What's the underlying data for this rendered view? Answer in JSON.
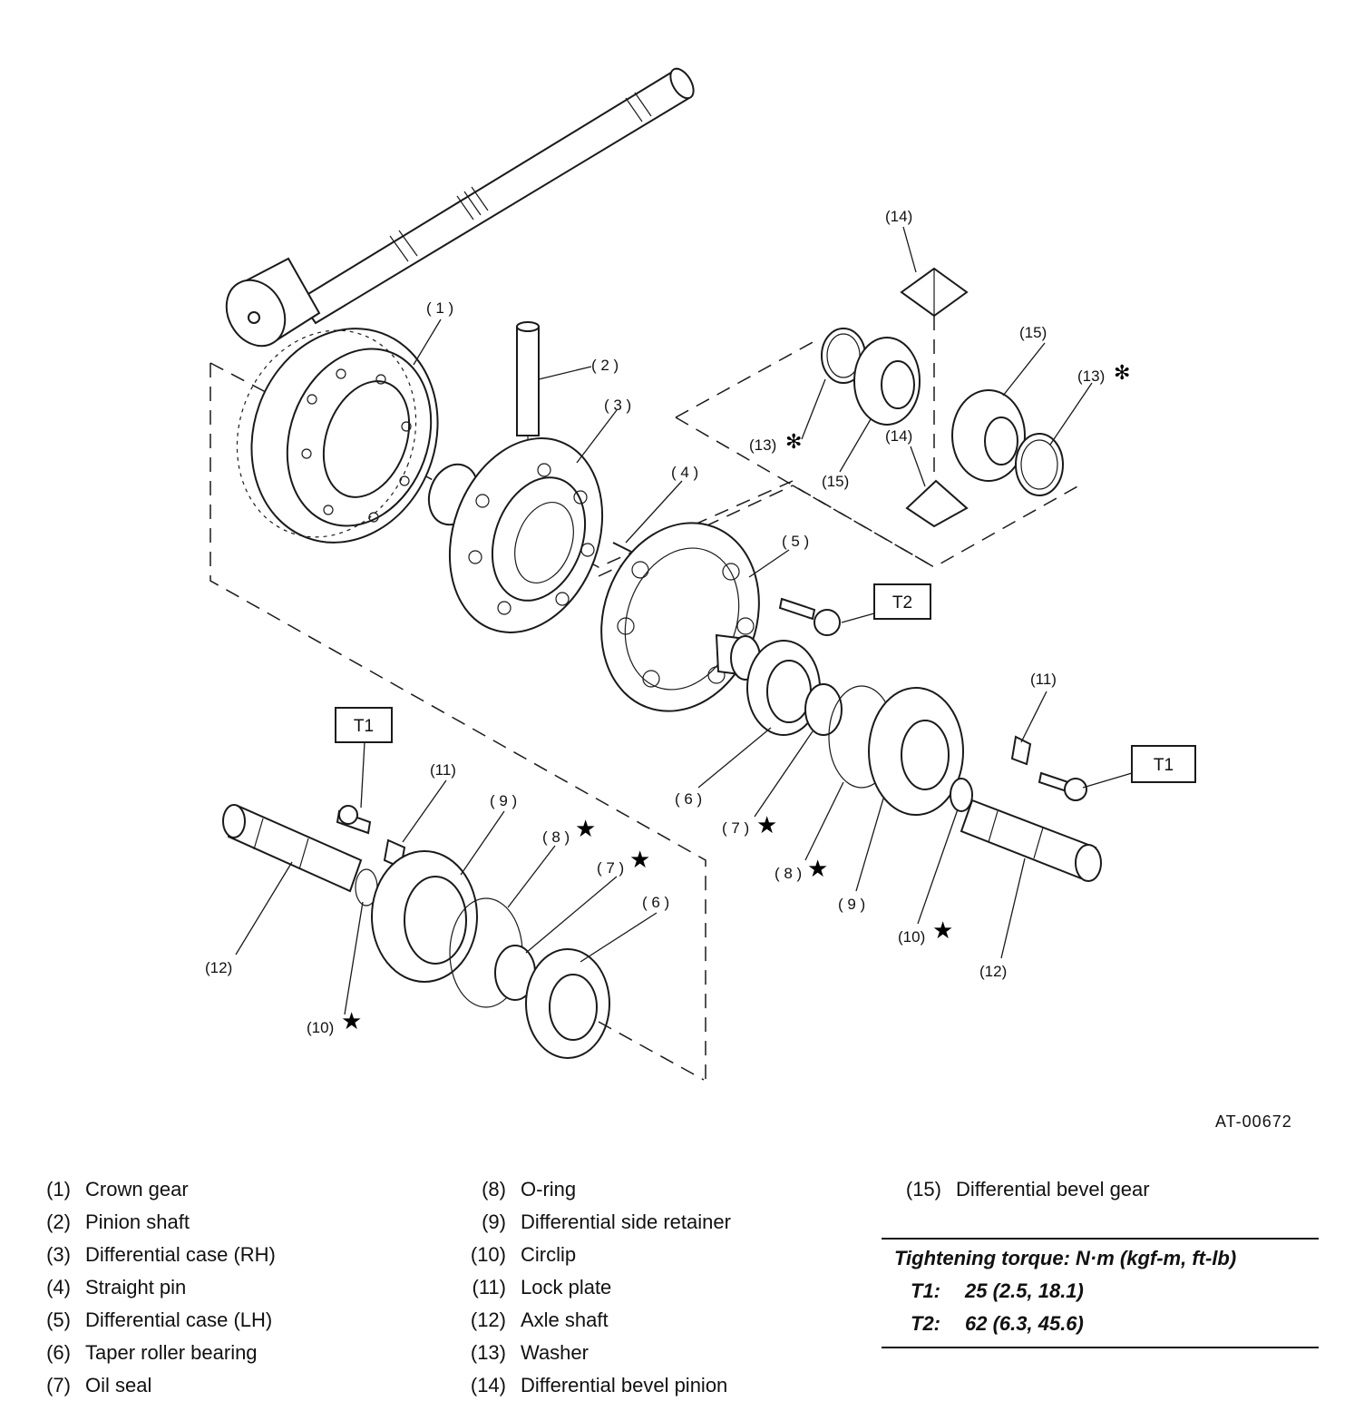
{
  "figure": {
    "code": "AT-00672",
    "callouts": {
      "c1": "( 1 )",
      "c2": "( 2 )",
      "c3": "( 3 )",
      "c4": "( 4 )",
      "c5": "( 5 )",
      "c6a": "( 6 )",
      "c6b": "( 6 )",
      "c7a": "( 7 )",
      "c7b": "( 7 )",
      "c8a": "( 8 )",
      "c8b": "( 8 )",
      "c9a": "( 9 )",
      "c9b": "( 9 )",
      "c10a": "(10)",
      "c10b": "(10)",
      "c11a": "(11)",
      "c11b": "(11)",
      "c12a": "(12)",
      "c12b": "(12)",
      "c13a": "(13)",
      "c13b": "(13)",
      "c14a": "(14)",
      "c14b": "(14)",
      "c15a": "(15)",
      "c15b": "(15)"
    },
    "marks": {
      "star": "★",
      "asterisk": "✻"
    },
    "torque_boxes": {
      "t1a": "T1",
      "t1b": "T1",
      "t2": "T2"
    }
  },
  "legend": [
    {
      "num": "(1)",
      "label": "Crown gear"
    },
    {
      "num": "(2)",
      "label": "Pinion shaft"
    },
    {
      "num": "(3)",
      "label": "Differential case (RH)"
    },
    {
      "num": "(4)",
      "label": "Straight pin"
    },
    {
      "num": "(5)",
      "label": "Differential case (LH)"
    },
    {
      "num": "(6)",
      "label": "Taper roller bearing"
    },
    {
      "num": "(7)",
      "label": "Oil seal"
    },
    {
      "num": "(8)",
      "label": "O-ring"
    },
    {
      "num": "(9)",
      "label": "Differential side retainer"
    },
    {
      "num": "(10)",
      "label": "Circlip"
    },
    {
      "num": "(11)",
      "label": "Lock plate"
    },
    {
      "num": "(12)",
      "label": "Axle shaft"
    },
    {
      "num": "(13)",
      "label": "Washer"
    },
    {
      "num": "(14)",
      "label": "Differential bevel pinion"
    },
    {
      "num": "(15)",
      "label": "Differential bevel gear"
    }
  ],
  "torque": {
    "title": "Tightening torque: N·m (kgf-m, ft-lb)",
    "rows": [
      {
        "code": "T1:",
        "value": "25 (2.5, 18.1)"
      },
      {
        "code": "T2:",
        "value": "62 (6.3, 45.6)"
      }
    ]
  }
}
